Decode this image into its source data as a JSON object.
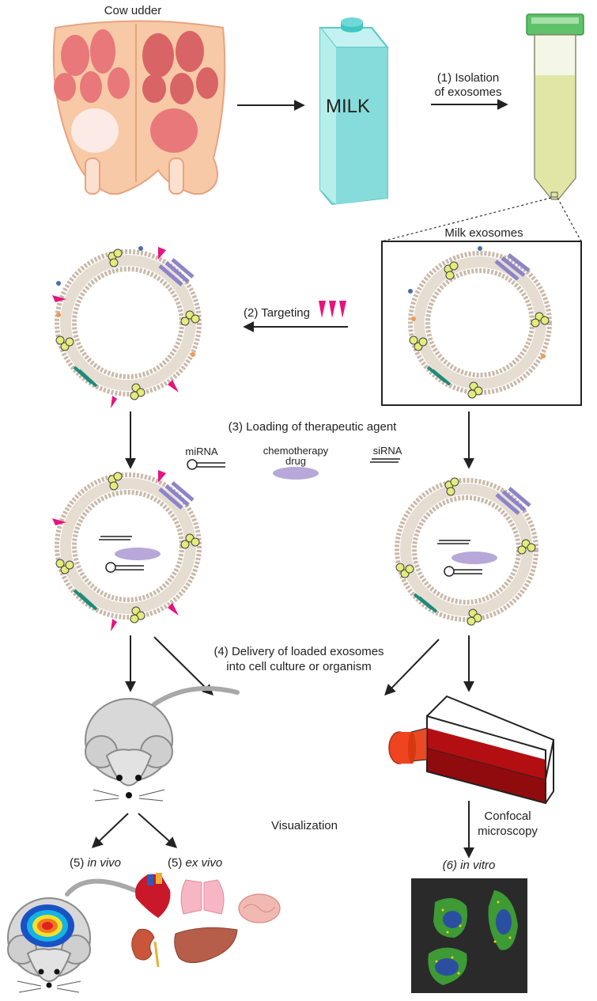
{
  "labels": {
    "cow_udder": "Cow udder",
    "milk": "MILK",
    "isolation_line1": "(1) Isolation",
    "isolation_line2": "of exosomes",
    "milk_exosomes": "Milk exosomes",
    "targeting": "(2) Targeting",
    "loading": "(3) Loading of therapeutic agent",
    "mirna": "miRNA",
    "chemo_line1": "chemotherapy",
    "chemo_line2": "drug",
    "sirna": "siRNA",
    "delivery_line1": "(4) Delivery of loaded exosomes",
    "delivery_line2": "into cell culture or organism",
    "visualization": "Visualization",
    "confocal_line1": "Confocal",
    "confocal_line2": "microscopy",
    "step5_prefix_a": "(5) ",
    "in_vivo": "in vivo",
    "step5_prefix_b": "(5) ",
    "ex_vivo": "ex vivo",
    "in_vitro": "(6) in vitro"
  },
  "colors": {
    "udder_skin": "#f7c9a6",
    "udder_tissue": "#e8787a",
    "milk_carton": "#9ee8e6",
    "carton_cap": "#3fc7c4",
    "tube_liquid": "#e1e6a6",
    "tube_cap": "#5fc16a",
    "membrane": "#c9b9a9",
    "targeting_ligand": "#e8137f",
    "drug": "#b7a8d9",
    "flask_medium": "#b30f12",
    "flask_cap": "#ef4420",
    "mouse": "#d8d8d8",
    "micro_bg": "#2a2a2a",
    "cell_green": "#3fa635"
  }
}
